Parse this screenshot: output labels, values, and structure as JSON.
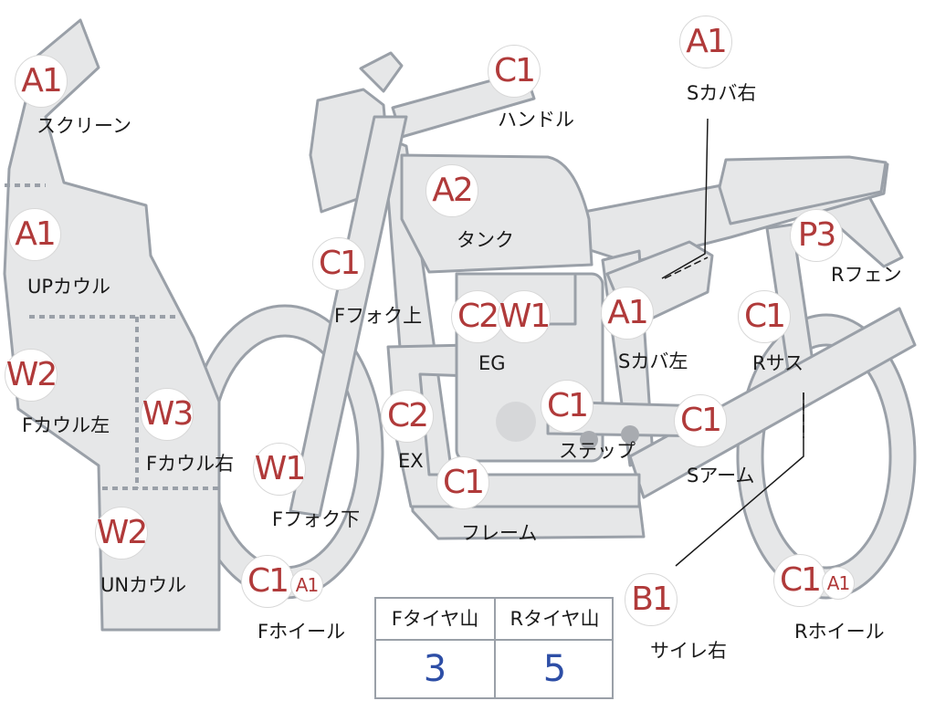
{
  "parts": [
    {
      "id": "screen",
      "grade": "A1",
      "label": "スクリーン"
    },
    {
      "id": "up-cowl",
      "grade": "A1",
      "label": "UPカウル"
    },
    {
      "id": "f-cowl-l",
      "grade": "W2",
      "label": "Fカウル左"
    },
    {
      "id": "f-cowl-r",
      "grade": "W3",
      "label": "Fカウル右"
    },
    {
      "id": "un-cowl",
      "grade": "W2",
      "label": "UNカウル"
    },
    {
      "id": "f-fork-up",
      "grade": "C1",
      "label": "Fフォク上"
    },
    {
      "id": "f-fork-low",
      "grade": "W1",
      "label": "Fフォク下"
    },
    {
      "id": "f-wheel",
      "grade": "C1",
      "grade2": "A1",
      "label": "Fホイール"
    },
    {
      "id": "handle",
      "grade": "C1",
      "label": "ハンドル"
    },
    {
      "id": "tank",
      "grade": "A2",
      "label": "タンク"
    },
    {
      "id": "eg",
      "grade": "C2",
      "grade2": "W1",
      "label": "EG"
    },
    {
      "id": "ex",
      "grade": "C2",
      "label": "EX"
    },
    {
      "id": "frame",
      "grade": "C1",
      "label": "フレーム"
    },
    {
      "id": "step",
      "grade": "C1",
      "label": "ステップ"
    },
    {
      "id": "s-cover-l",
      "grade": "A1",
      "label": "Sカバ左"
    },
    {
      "id": "s-cover-r",
      "grade": "A1",
      "label": "Sカバ右"
    },
    {
      "id": "r-fender",
      "grade": "P3",
      "label": "Rフェン"
    },
    {
      "id": "r-sus",
      "grade": "C1",
      "label": "Rサス"
    },
    {
      "id": "s-arm",
      "grade": "C1",
      "label": "Sアーム"
    },
    {
      "id": "r-wheel",
      "grade": "C1",
      "grade2": "A1",
      "label": "Rホイール"
    },
    {
      "id": "silencer-r",
      "grade": "B1",
      "label": "サイレ右"
    }
  ],
  "tire_table": {
    "front_header": "Fタイヤ山",
    "rear_header": "Rタイヤ山",
    "front_value": "3",
    "rear_value": "5"
  },
  "colors": {
    "body_fill": "#e6e7e8",
    "outline": "#9aa0a8",
    "grade_text": "#b03a3a",
    "table_value": "#2d4ea6"
  }
}
